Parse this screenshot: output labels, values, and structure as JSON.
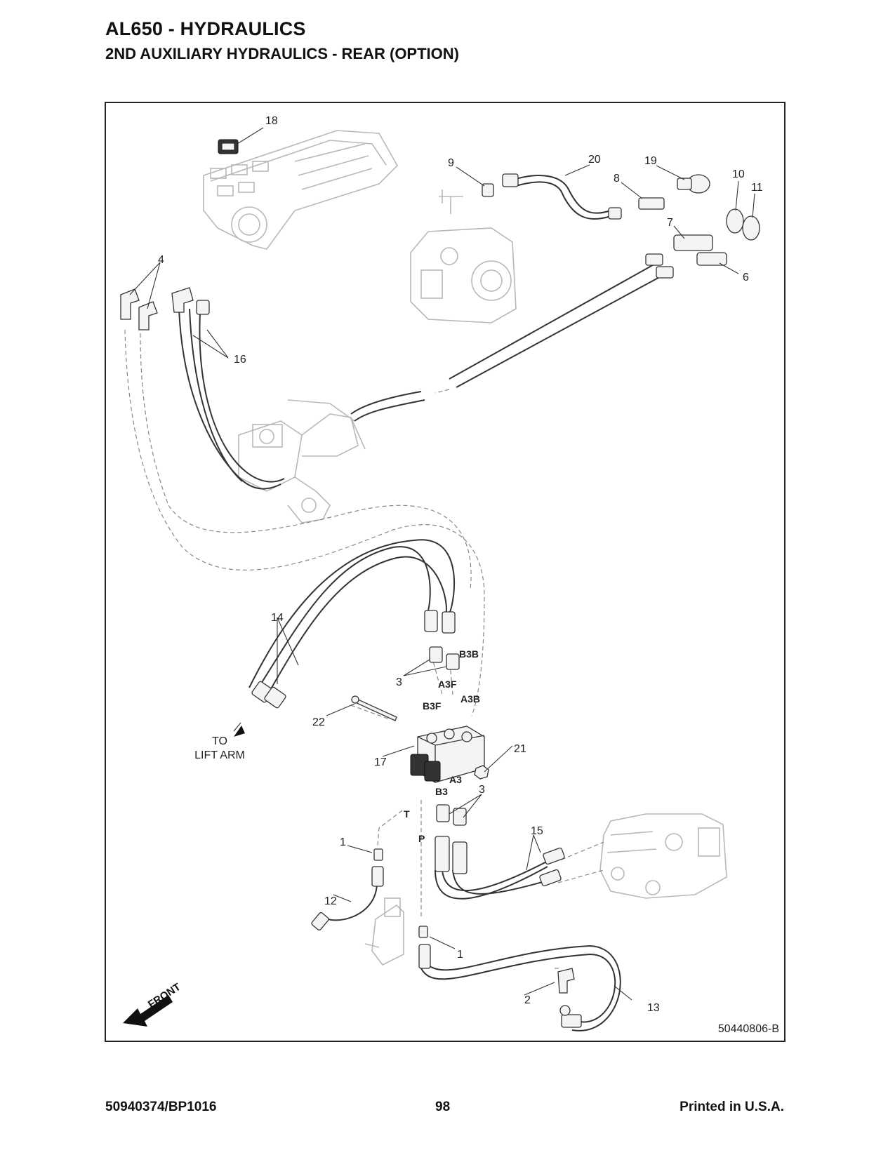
{
  "header": {
    "title": "AL650 -  HYDRAULICS",
    "subtitle": "2ND AUXILIARY HYDRAULICS - REAR (OPTION)"
  },
  "diagram": {
    "callouts": {
      "c18": "18",
      "c9": "9",
      "c20": "20",
      "c19": "19",
      "c8": "8",
      "c10": "10",
      "c11": "11",
      "c7": "7",
      "c6": "6",
      "c4": "4",
      "c16": "16",
      "c14": "14",
      "c3a": "3",
      "c22": "22",
      "c17": "17",
      "c21": "21",
      "c3b": "3",
      "c15": "15",
      "c1a": "1",
      "c12": "12",
      "c1b": "1",
      "c2": "2",
      "c13": "13"
    },
    "ports": {
      "b3b": "B3B",
      "a3f": "A3F",
      "b3f": "B3F",
      "a3b": "A3B",
      "a3": "A3",
      "b3": "B3",
      "t": "T",
      "p": "P"
    },
    "to_label_line1": "TO",
    "to_label_line2": "LIFT ARM",
    "front_label": "FRONT",
    "drawing_number": "50440806-B"
  },
  "footer": {
    "doc_number": "50940374/BP1016",
    "page_number": "98",
    "printed": "Printed in U.S.A."
  }
}
